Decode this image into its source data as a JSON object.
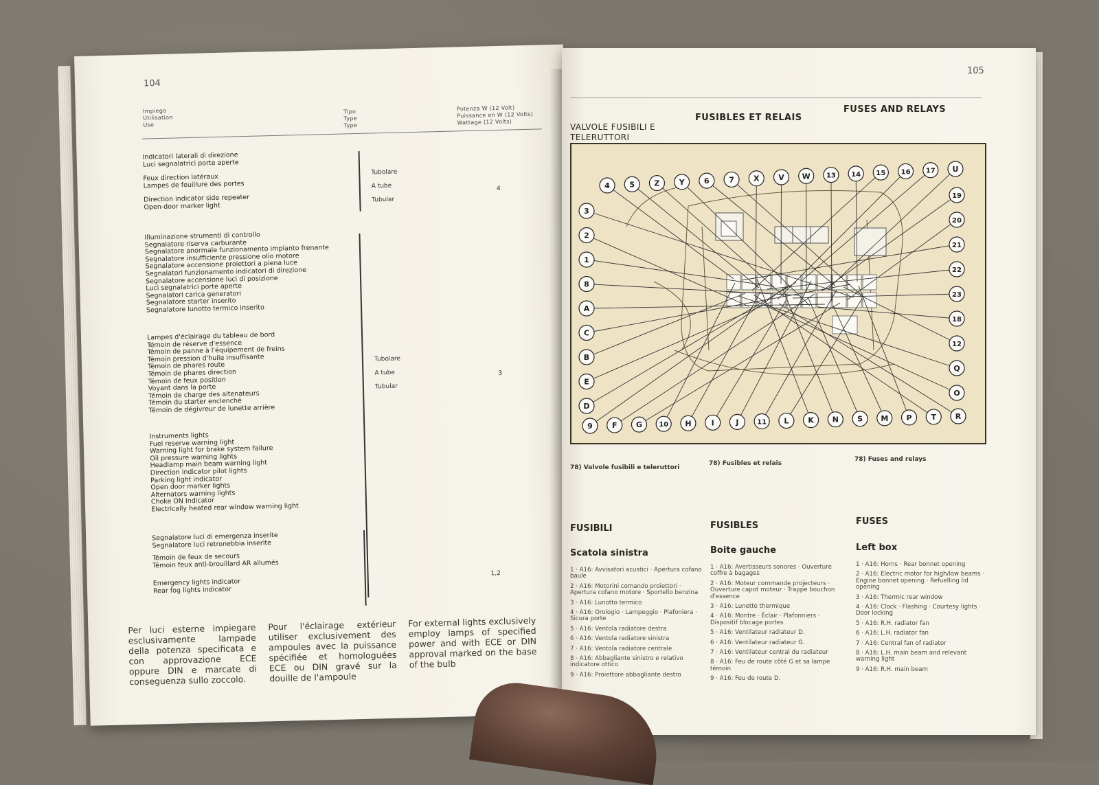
{
  "left_page": {
    "page_number": "104",
    "table_header": {
      "use": [
        "Impiego",
        "Utilisation",
        "Use"
      ],
      "type": [
        "Tipo",
        "Type",
        "Type"
      ],
      "power": [
        "Potenza W (12 Volt)",
        "Puissance en W (12 Volts)",
        "Wattage (12 Volts)"
      ]
    },
    "groups": [
      {
        "lines": [
          "Indicatori laterali di direzione",
          "Luci segnalatrici porte aperte",
          "",
          "Feux direction latéraux",
          "Lampes de feuillure des portes",
          "",
          "Direction indicator side repeater",
          "Open-door marker light"
        ]
      },
      {
        "lines": [
          "Illuminazione strumenti di controllo",
          "Segnalatore riserva carburante",
          "Segnalatore anormale funzionamento impianto frenante",
          "Segnalatore insufficiente pressione olio motore",
          "Segnalatore accensione proiettori a piena luce",
          "Segnalatori funzionamento indicatori di direzione",
          "Segnalatore accensione luci di posizione",
          "Luci segnalatrici porte aperte",
          "Segnalatori carica generatori",
          "Segnalatore starter inserito",
          "Segnalatore lunotto termico inserito"
        ]
      },
      {
        "lines": [
          "Lampes d'éclairage du tableau de bord",
          "Témoin de réserve d'essence",
          "Témoin de panne à l'équipement de freins",
          "Témoin pression d'huile insuffisante",
          "Témoin de phares route",
          "Témoin de phares direction",
          "Témoin de feux position",
          "Voyant dans la porte",
          "Témoin de charge des altenateurs",
          "Témoin du starter enclenché",
          "Témoin de dégivreur de lunette arrière"
        ]
      },
      {
        "lines": [
          "Instruments lights",
          "Fuel reserve warning light",
          "Warning light for brake system failure",
          "Oil pressure warning lights",
          "Headlamp main beam warning light",
          "Direction indicator pilot lights",
          "Parking light indicator",
          "Open door marker lights",
          "Alternators warning lights",
          "Choke ON Indicator",
          "Electrically heated rear window   warning light"
        ]
      },
      {
        "lines": [
          "Segnalatore luci di emergenza inserite",
          "Segnalatore luci retronebbia inserite",
          "",
          "Témoin de feux de secours",
          "Témoin feux anti-brouillard AR allumés",
          "",
          "",
          "Emergency lights indicator",
          "Rear fog lights indicator"
        ]
      }
    ],
    "type_sets": [
      [
        "Tubolare",
        "A tube",
        "Tubular"
      ],
      [
        "Tubolare",
        "A tube",
        "Tubular"
      ]
    ],
    "powers": [
      "4",
      "3",
      "1,2"
    ],
    "notes": {
      "it": "Per luci esterne impiegare esclusivamente lampade della potenza specificata e con approvazione ECE oppure DIN e marcate di conseguenza sullo zoccolo.",
      "fr": "Pour l'éclairage extérieur utiliser exclusivement des ampoules avec la puissance spécifiée et homologuées ECE ou DIN gravé sur la douille de l'ampoule",
      "en": "For external lights exclusively employ lamps of specified power and with ECE or DIN approval marked on the base of the bulb"
    }
  },
  "right_page": {
    "page_number": "105",
    "title_it": "VALVOLE FUSIBILI E TELERUTTORI",
    "title_fr": "FUSIBLES ET RELAIS",
    "title_en": "FUSES AND RELAYS",
    "diagram": {
      "top_labels": [
        "4",
        "5",
        "Z",
        "Y",
        "6",
        "7",
        "X",
        "V",
        "W",
        "13",
        "14",
        "15",
        "16",
        "17",
        "U"
      ],
      "left_labels": [
        "3",
        "2",
        "1",
        "8",
        "A",
        "C",
        "B",
        "E",
        "D"
      ],
      "right_labels": [
        "19",
        "20",
        "21",
        "22",
        "23",
        "18",
        "12",
        "Q",
        "O"
      ],
      "bottom_labels": [
        "9",
        "F",
        "G",
        "10",
        "H",
        "I",
        "J",
        "11",
        "L",
        "K",
        "N",
        "S",
        "M",
        "P",
        "T",
        "R"
      ]
    },
    "captions": {
      "it": "78) Valvole fusibili e teleruttori",
      "fr": "78) Fusibles et relais",
      "en": "78) Fuses and relays"
    },
    "columns": [
      {
        "heading": "FUSIBILI",
        "subheading": "Scatola sinistra",
        "items": [
          "1 · A16: Avvisatori acustici · Apertura cofano baule",
          "2 · A16: Motorini comando proiettori · Apertura cofano motore · Sportello benzina",
          "3 · A16: Lunotto termico",
          "4 · A16: Orologio · Lampeggio · Plafoniera · Sicura porte",
          "5 · A16: Ventola radiatore destra",
          "6 · A16: Ventola radiatore sinistra",
          "7 · A16: Ventola radiatore centrale",
          "8 · A16: Abbagliante sinistro e relativo indicatore ottico",
          "9 · A16: Proiettore abbagliante destro"
        ]
      },
      {
        "heading": "FUSIBLES",
        "subheading": "Boite gauche",
        "items": [
          "1 · A16: Avertisseurs sonores · Ouverture coffre à bagages",
          "2 · A16: Moteur commande projecteurs · Ouverture capot moteur · Trappe bouchon d'essence",
          "3 · A16: Lunette thermique",
          "4 · A16: Montre · Éclair · Plafonniers · Dispositif blocage portes",
          "5 · A16: Ventilateur radiateur D.",
          "6 · A16: Ventilateur radiateur G.",
          "7 · A16: Ventilateur central du radiateur",
          "8 · A16: Feu de route côté G et sa lampe témoin",
          "9 · A16: Feu de route D."
        ]
      },
      {
        "heading": "FUSES",
        "subheading": "Left box",
        "items": [
          "1 · A16: Horns · Rear bonnet opening",
          "2 · A16: Electric motor for high/low beams · Engine bonnet opening · Refuelling lid opening",
          "3 · A16: Thermic rear window",
          "4 · A16: Clock · Flashing · Courtesy lights · Door locking",
          "5 · A16: R.H. radiator fan",
          "6 · A16: L.H. radiator fan",
          "7 · A16: Central fan of radiator",
          "8 · A16: L.H. main beam and relevant warning light",
          "9 · A16: R.H. main beam"
        ]
      }
    ]
  }
}
